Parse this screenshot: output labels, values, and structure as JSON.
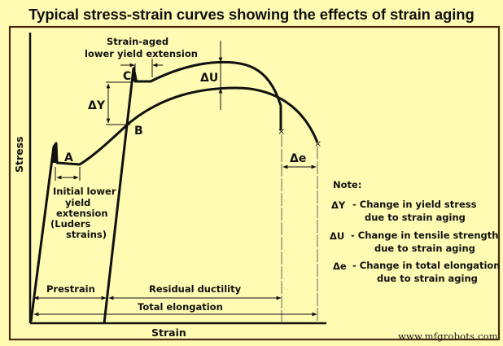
{
  "title": "Typical stress-strain curves showing the effects of strain aging",
  "axes": {
    "x_label": "Strain",
    "y_label": "Stress"
  },
  "points": {
    "A": "A",
    "B": "B",
    "C": "C"
  },
  "annotations": {
    "strain_aged_line1": "Strain-aged",
    "strain_aged_line2": "lower yield extension",
    "initial_line1": "Initial lower",
    "initial_line2": "yield",
    "initial_line3": "extension",
    "initial_line4": "(Luders",
    "initial_line5": "strains)",
    "delta_y": "ΔY",
    "delta_u": "ΔU",
    "delta_e": "Δe",
    "prestrain": "Prestrain",
    "residual_ductility": "Residual ductility",
    "total_elongation": "Total elongation"
  },
  "notes": {
    "heading": "Note:",
    "items": [
      {
        "symbol": "ΔY",
        "line1": "- Change in yield stress",
        "line2": "due to strain aging"
      },
      {
        "symbol": "ΔU",
        "line1": "- Change in tensile strength",
        "line2": "due to strain aging"
      },
      {
        "symbol": "Δe",
        "line1": "- Change in total elongation",
        "line2": "due to strain aging"
      }
    ]
  },
  "watermark": "www.mfgrobots.com",
  "colors": {
    "background": "#fffbb3",
    "frame": "#4a2a10",
    "ink": "#111111"
  }
}
